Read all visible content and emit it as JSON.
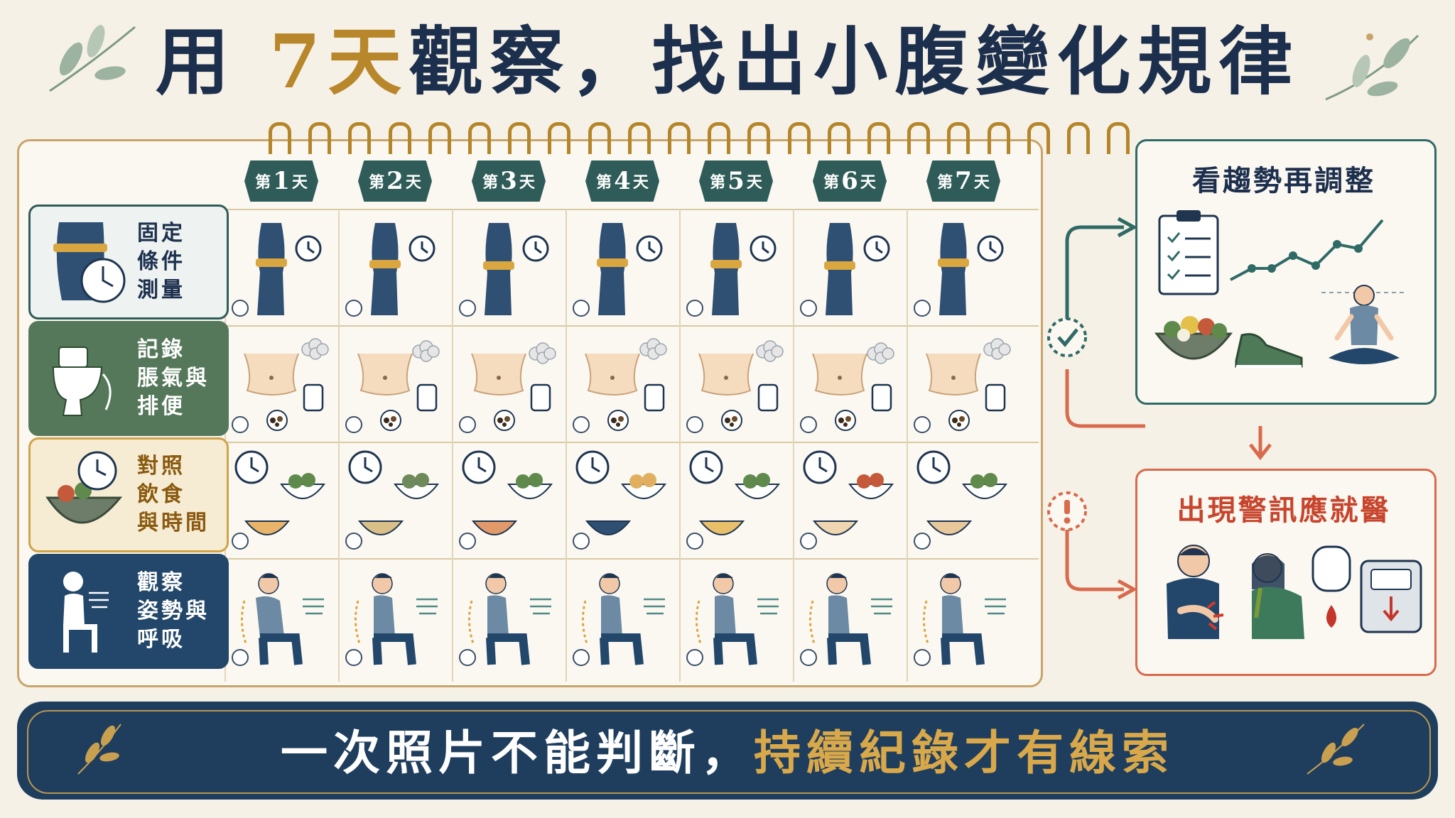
{
  "title": {
    "part1": "用",
    "highlight": "7天",
    "part2": "觀察，找出小腹變化規律"
  },
  "days": [
    {
      "prefix": "第",
      "num": "1",
      "suffix": "天"
    },
    {
      "prefix": "第",
      "num": "2",
      "suffix": "天"
    },
    {
      "prefix": "第",
      "num": "3",
      "suffix": "天"
    },
    {
      "prefix": "第",
      "num": "4",
      "suffix": "天"
    },
    {
      "prefix": "第",
      "num": "5",
      "suffix": "天"
    },
    {
      "prefix": "第",
      "num": "6",
      "suffix": "天"
    },
    {
      "prefix": "第",
      "num": "7",
      "suffix": "天"
    }
  ],
  "rows": [
    {
      "label": "固定\n條件\n測量",
      "icon": "waist-tape-clock-icon",
      "bg": "#eef3f1",
      "border": "#2f5c58",
      "color": "#1c2f4d"
    },
    {
      "label": "記錄\n脹氣與\n排便",
      "icon": "toilet-icon",
      "bg": "#55785a",
      "border": "#55785a",
      "color": "#ffffff"
    },
    {
      "label": "對照\n飲食\n與時間",
      "icon": "meal-clock-icon",
      "bg": "#f6ecd4",
      "border": "#d0a346",
      "color": "#8a5a10"
    },
    {
      "label": "觀察\n姿勢與\n呼吸",
      "icon": "seated-breathing-icon",
      "bg": "#22476a",
      "border": "#22476a",
      "color": "#ffffff"
    }
  ],
  "trend_panel": {
    "title": "看趨勢再調整"
  },
  "warn_panel": {
    "title": "出現警訊應就醫"
  },
  "banner": {
    "part1": "一次照片不能判斷，",
    "part2": "持續紀錄才有線索"
  },
  "colors": {
    "navy": "#1c2f4d",
    "gold": "#b8862b",
    "teal": "#2f6a66",
    "red": "#d86a4d",
    "green": "#55785a"
  }
}
